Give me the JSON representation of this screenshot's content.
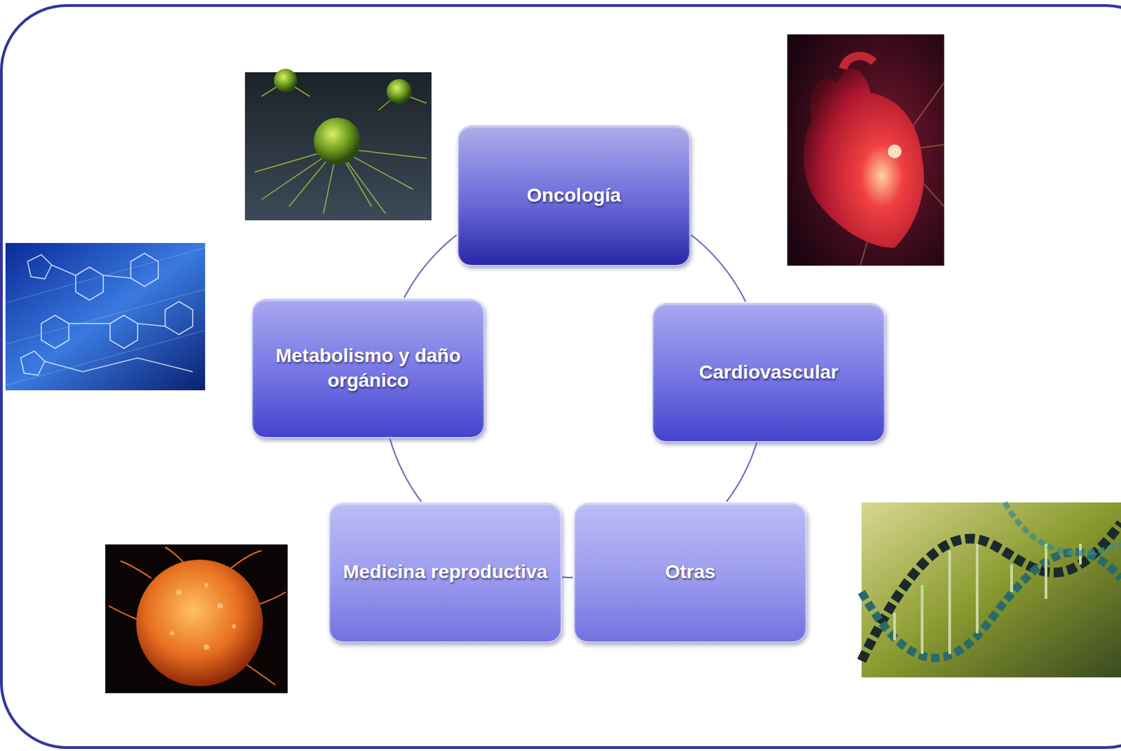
{
  "diagram": {
    "nodes": [
      {
        "text": [
          "Oncología"
        ]
      },
      {
        "text": [
          "Cardiovascular"
        ]
      },
      {
        "text": [
          "Otras"
        ]
      },
      {
        "text": [
          "Medicina reproductiva"
        ]
      },
      {
        "text": [
          "Metabolismo y daño orgánico"
        ]
      }
    ],
    "edges": [
      {
        "from": 0,
        "to": 1,
        "arrow": "none"
      },
      {
        "from": 1,
        "to": 2,
        "arrow": "none"
      },
      {
        "from": 2,
        "to": 3,
        "arrow": "none"
      },
      {
        "from": 3,
        "to": 4,
        "arrow": "none"
      },
      {
        "from": 4,
        "to": 0,
        "arrow": "none"
      }
    ]
  }
}
